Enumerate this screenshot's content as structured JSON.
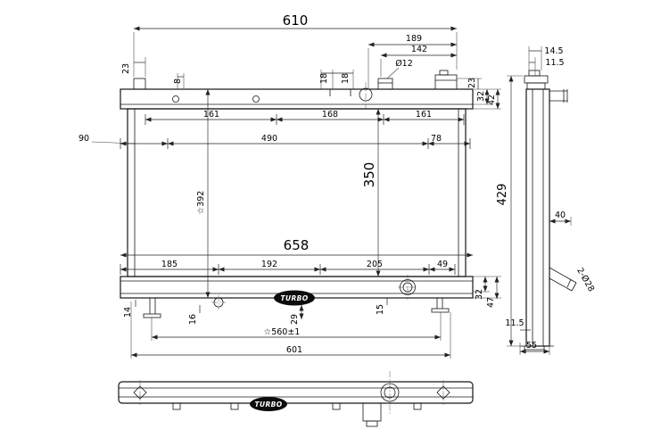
{
  "logo": {
    "text": "TURBO"
  },
  "front": {
    "width_total": "610",
    "top_right_offset": "189",
    "filler_offset": "142",
    "hole_dia": "Ø12",
    "tab_width": "23",
    "tab_gap": "8",
    "neck_offset_a": "18",
    "neck_offset_b": "18",
    "cap_height": "23",
    "tank_inner_height": "32",
    "tank_height": "42",
    "mount_span_a": "161",
    "mount_span_b": "168",
    "mount_span_c": "161",
    "left_margin": "90",
    "mount_total": "490",
    "right_margin": "78",
    "core_height": "350",
    "frame_height": "☆392",
    "core_width": "658",
    "bottom_span_a": "185",
    "bottom_span_b": "192",
    "bottom_span_c": "205",
    "bottom_span_d": "49",
    "foot_a": "14",
    "foot_b": "16",
    "foot_c": "29",
    "foot_d": "15",
    "bottom_inner_height": "32",
    "bottom_height": "47",
    "mount_width": "☆560±1",
    "overall_bottom": "601"
  },
  "side": {
    "cap_top": "14.5",
    "cap_inner": "11.5",
    "height": "429",
    "pipe_offset": "40",
    "pipe_dia": "2-Ø28",
    "foot_offset": "11.5",
    "depth": "55"
  }
}
